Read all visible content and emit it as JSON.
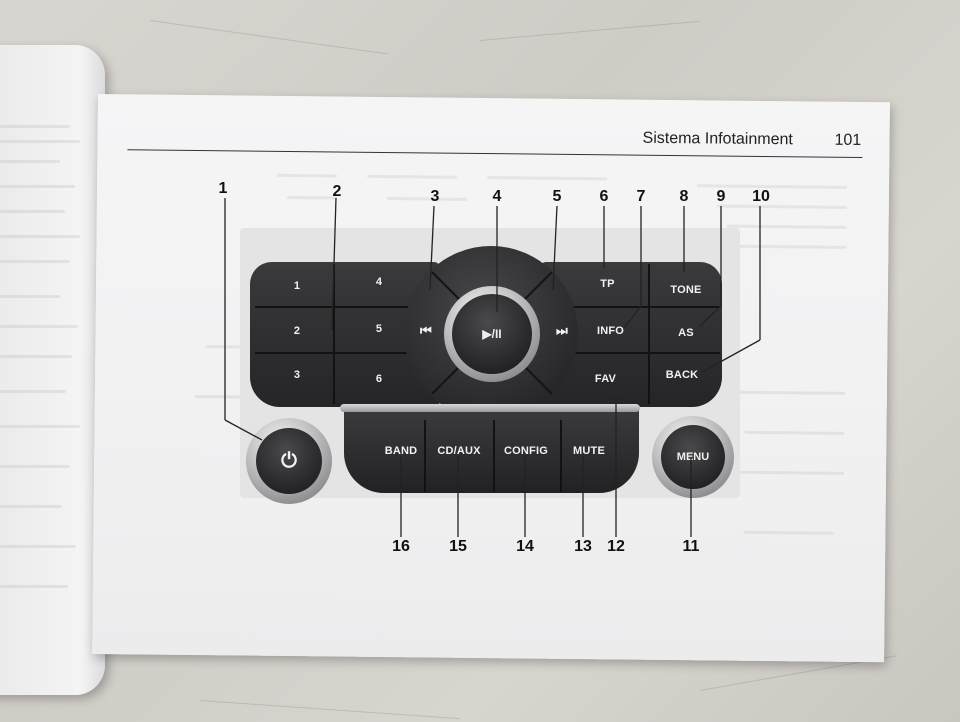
{
  "page": {
    "header_title": "Sistema Infotainment",
    "page_number": "101"
  },
  "panel": {
    "preset_1": "1",
    "preset_2": "2",
    "preset_3": "3",
    "preset_4": "4",
    "preset_5": "5",
    "preset_6": "6",
    "prev_track": "⏮",
    "play_pause": "▶/II",
    "next_track": "⏭",
    "tp": "TP",
    "info": "INFO",
    "fav": "FAV",
    "tone": "TONE",
    "as": "AS",
    "back": "BACK",
    "band": "BAND",
    "cd_aux": "CD/AUX",
    "config": "CONFIG",
    "mute": "MUTE",
    "menu": "MENU",
    "power": "⏻"
  },
  "callouts": [
    "1",
    "2",
    "3",
    "4",
    "5",
    "6",
    "7",
    "8",
    "9",
    "10",
    "11",
    "12",
    "13",
    "14",
    "15",
    "16"
  ],
  "colors": {
    "button_dark": "#2b2b2d",
    "chrome": "#bdbdbf",
    "page_paper": "#f2f2f3"
  }
}
